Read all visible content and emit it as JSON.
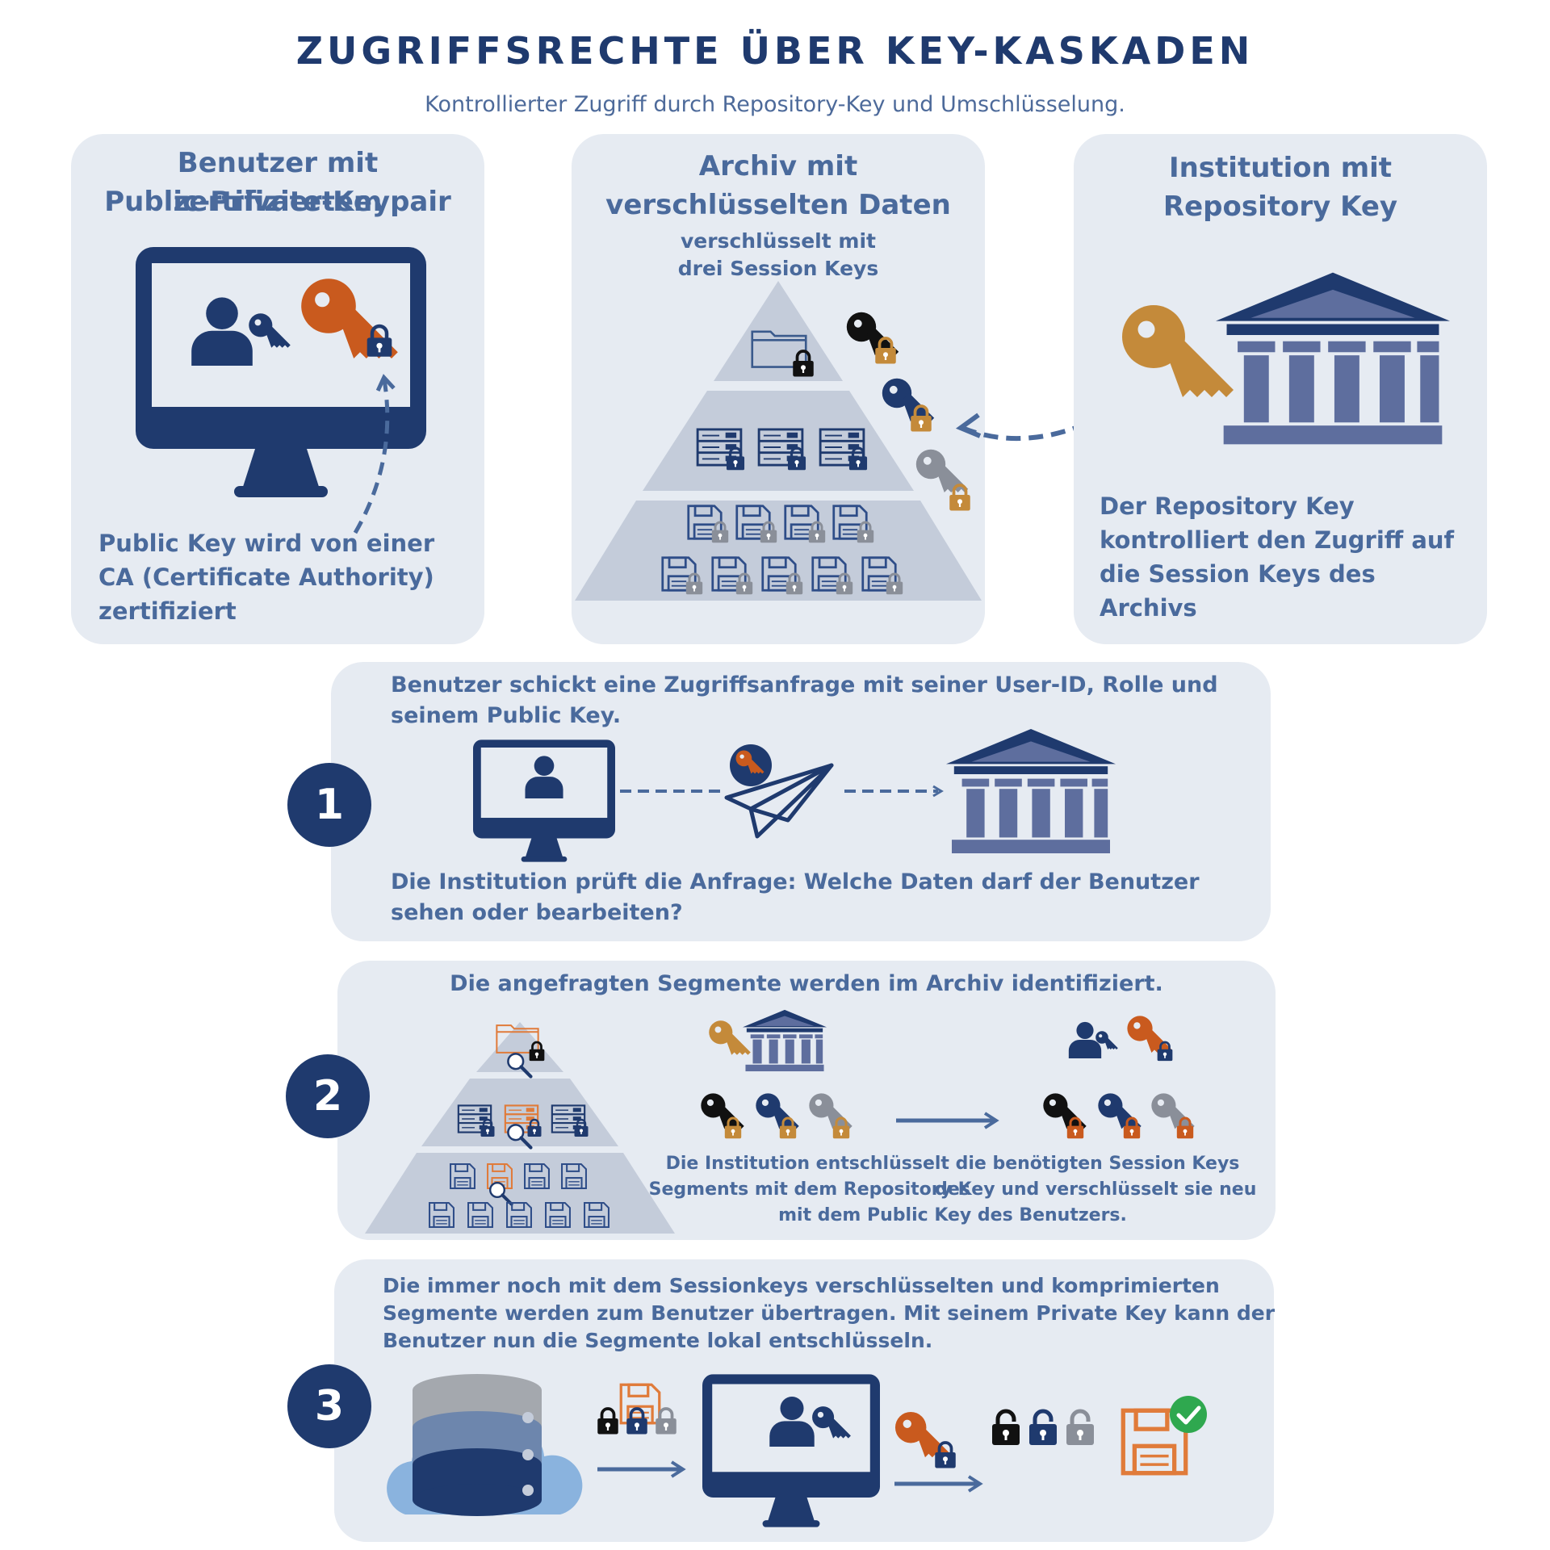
{
  "header": {
    "title": "ZUGRIFFSRECHTE ÜBER KEY-KASKADEN",
    "subtitle": "Kontrollierter Zugriff durch Repository-Key und Umschlüsselung."
  },
  "panels": {
    "user": {
      "title_1": "Benutzer mit zertifiziertem",
      "title_2": "Public-Private-Keypair",
      "caption_1": "Public Key wird von einer",
      "caption_2": "CA (Certificate Authority)",
      "caption_3": "zertifiziert"
    },
    "archive": {
      "title_1": "Archiv mit",
      "title_2": "verschlüsselten Daten",
      "sub_1": "verschlüsselt mit",
      "sub_2": "drei Session Keys"
    },
    "institution": {
      "title_1": "Institution mit",
      "title_2": "Repository Key",
      "caption_1": "Der Repository Key",
      "caption_2": "kontrolliert den Zugriff auf",
      "caption_3": "die Session Keys des",
      "caption_4": "Archivs"
    }
  },
  "steps": [
    {
      "number": "1",
      "text_top_1": "Benutzer schickt eine Zugriffsanfrage mit seiner User-ID, Rolle und",
      "text_top_2": "seinem Public Key.",
      "text_bottom_1": "Die Institution prüft die Anfrage: Welche Daten darf der Benutzer",
      "text_bottom_2": "sehen oder bearbeiten?"
    },
    {
      "number": "2",
      "text_top": "Die angefragten Segmente werden im Archiv identifiziert.",
      "text_bottom_1": "Die Institution entschlüsselt die benötigten Session Keys des",
      "text_bottom_2": "Segments mit dem Repository Key und verschlüsselt sie neu",
      "text_bottom_3": "mit dem Public Key des Benutzers."
    },
    {
      "number": "3",
      "text_1": "Die immer noch mit dem Sessionkeys verschlüsselten und komprimierten",
      "text_2": "Segmente werden zum Benutzer übertragen. Mit seinem Private Key kann der",
      "text_3": "Benutzer nun die Segmente lokal entschlüsseln."
    }
  ],
  "colors": {
    "navy": "#1f3a6e",
    "text_blue": "#4a6a9c",
    "panel_bg": "#e6ebf2",
    "orange": "#c95a1e",
    "gold": "#c48a3a",
    "gray": "#8a8f99",
    "slate": "#5e6e9e",
    "green_check": "#2fa84f"
  },
  "icons": [
    "monitor-icon",
    "user-icon",
    "key-icon",
    "lock-icon",
    "folder-icon",
    "server-icon",
    "floppy-icon",
    "bank-icon",
    "paper-plane-icon",
    "magnifier-icon",
    "database-icon",
    "cloud-icon",
    "checkmark-icon",
    "arrow-icon"
  ]
}
